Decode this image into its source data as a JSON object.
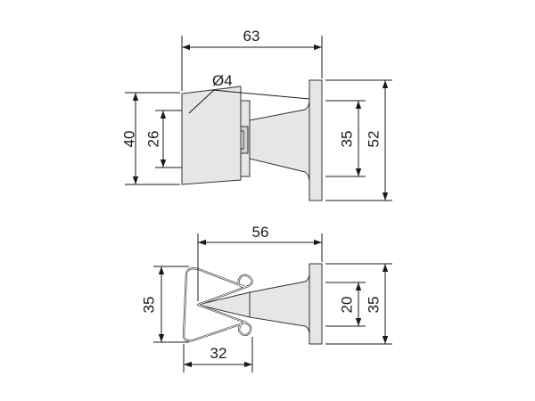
{
  "top_view": {
    "dim_width": "63",
    "dim_diameter": "Ø4",
    "dim_height_outer": "40",
    "dim_height_inner": "26",
    "dim_plate_inner": "35",
    "dim_plate_outer": "52"
  },
  "bottom_view": {
    "dim_width": "56",
    "dim_height_left": "35",
    "dim_spring_width": "32",
    "dim_plate_inner": "20",
    "dim_plate_outer": "35"
  },
  "colors": {
    "line": "#1a1a1a",
    "part_fill": "#e6e6e6",
    "part_dark": "#cfcfcf"
  }
}
